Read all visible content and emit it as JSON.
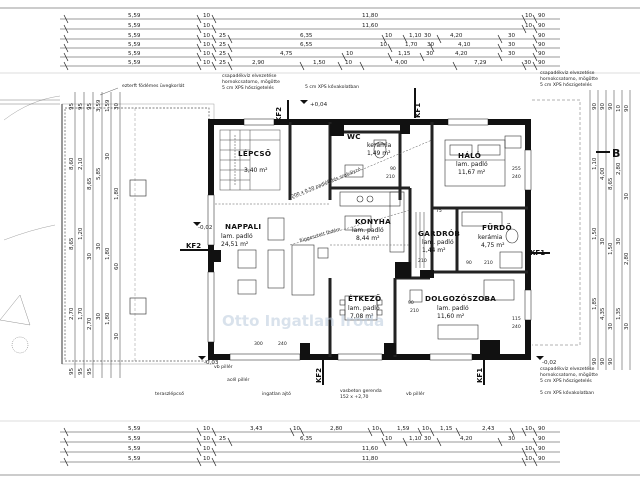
{
  "top_dims": {
    "row1": [
      "5,59",
      "10",
      "11,80",
      "10",
      "90"
    ],
    "row2": [
      "5,59",
      "10",
      "11,60",
      "10",
      "90"
    ],
    "row3": [
      "5,59",
      "10",
      "25",
      "6,35",
      "10",
      "1,10",
      "30",
      "4,20",
      "30",
      "90"
    ],
    "row4": [
      "5,59",
      "10",
      "25",
      "6,55",
      "10",
      "1,70",
      "30",
      "4,10",
      "30",
      "90"
    ],
    "row5": [
      "5,59",
      "10",
      "25",
      "4,75",
      "10",
      "1,15",
      "30",
      "4,20",
      "30",
      "90"
    ],
    "row6": [
      "5,59",
      "10",
      "25",
      "2,90",
      "1,50",
      "10",
      "4,00",
      "7,29",
      "30",
      "90"
    ]
  },
  "bottom_dims": {
    "row1": [
      "5,59",
      "10",
      "3,43",
      "10",
      "2,80",
      "10",
      "1,59",
      "10",
      "1,15",
      "2,43",
      "10",
      "90"
    ],
    "row2": [
      "5,59",
      "10",
      "25",
      "6,35",
      "10",
      "1,10",
      "30",
      "4,20",
      "30",
      "90"
    ],
    "row3": [
      "5,59",
      "10",
      "11,60",
      "10",
      "90"
    ],
    "row4": [
      "5,59",
      "10",
      "11,80",
      "10",
      "90"
    ]
  },
  "rooms": [
    {
      "name": "LÉPCSŐ",
      "floor": "",
      "area": "3,40 m²"
    },
    {
      "name": "WC",
      "floor": "kerámia",
      "area": "1,49 m²"
    },
    {
      "name": "HÁLÓ",
      "floor": "lam. padló",
      "area": "11,67 m²"
    },
    {
      "name": "KONYHA",
      "floor": "lam. padló",
      "area": "8,44 m²"
    },
    {
      "name": "NAPPALI",
      "floor": "lam. padló",
      "area": "24,51 m²"
    },
    {
      "name": "GARDRÓB",
      "floor": "lam. padló",
      "area": "1,44 m²"
    },
    {
      "name": "FÜRDŐ",
      "floor": "kerámia",
      "area": "4,75 m²"
    },
    {
      "name": "ÉTKEZŐ",
      "floor": "lam. padló",
      "area": "7,08 m²"
    },
    {
      "name": "DOLGOZÓSZOBA",
      "floor": "lam. padló",
      "area": "11,60 m²"
    }
  ],
  "section_tags": {
    "kf1_top": "KF1",
    "kf2_top": "KF2",
    "kf2_left": "KF2",
    "kf1_right": "KF1",
    "kf2_bottom": "KF2",
    "kf1_bottom": "KF1",
    "b": "B"
  },
  "levels": {
    "top": "+0,04",
    "left": "-0,02",
    "bottom_left": "-0,03",
    "bottom_right": "-0,02"
  },
  "notes": {
    "top_left": "ezterft födémes üvegkorlát",
    "top_mid1": "csapadékvíz elvezetése",
    "top_mid2": "hornokcsatomo, mögötte",
    "top_mid3": "5 cm XPS hőszigetelés",
    "top_mid4": "5 cm XPS kővakolatban",
    "top_right1": "csapadékvíz elvezetése",
    "top_right2": "hornokcsatomo, mögötte",
    "top_right3": "5 cm XPS hőszigetelés",
    "bottom_r1": "csapadékvíz elvezetése",
    "bottom_r2": "hornokcsatomo, mögötte",
    "bottom_r3": "5 cm XPS hőszigetelés",
    "bottom_r4": "5 cm XPS kővakolatban",
    "pillar1": "vb pillér",
    "pillar2": "acél pillér",
    "pillar3": "vb pillér",
    "terasz": "teraszlépcső",
    "roof": "vasbeton gerenda",
    "roof2": "152 x +2,70",
    "mech": "ingatlan ajtó",
    "mid_diag": "200 x 0,50 padlófűtés szabályzó",
    "mid_diag2": "függesztett födém"
  },
  "room_dims": {
    "wc_a": "90",
    "wc_b": "210",
    "halo_a": "255",
    "halo_b": "240",
    "garderob_a": "75",
    "garderob_b": "210",
    "furdo_a": "90",
    "furdo_b": "210",
    "dolg_a": "115",
    "dolg_b": "240",
    "dolg_c": "210",
    "etk_a": "90",
    "n_a": "300",
    "n_b": "240"
  },
  "watermark": "Otto Ingatlan Iroda"
}
